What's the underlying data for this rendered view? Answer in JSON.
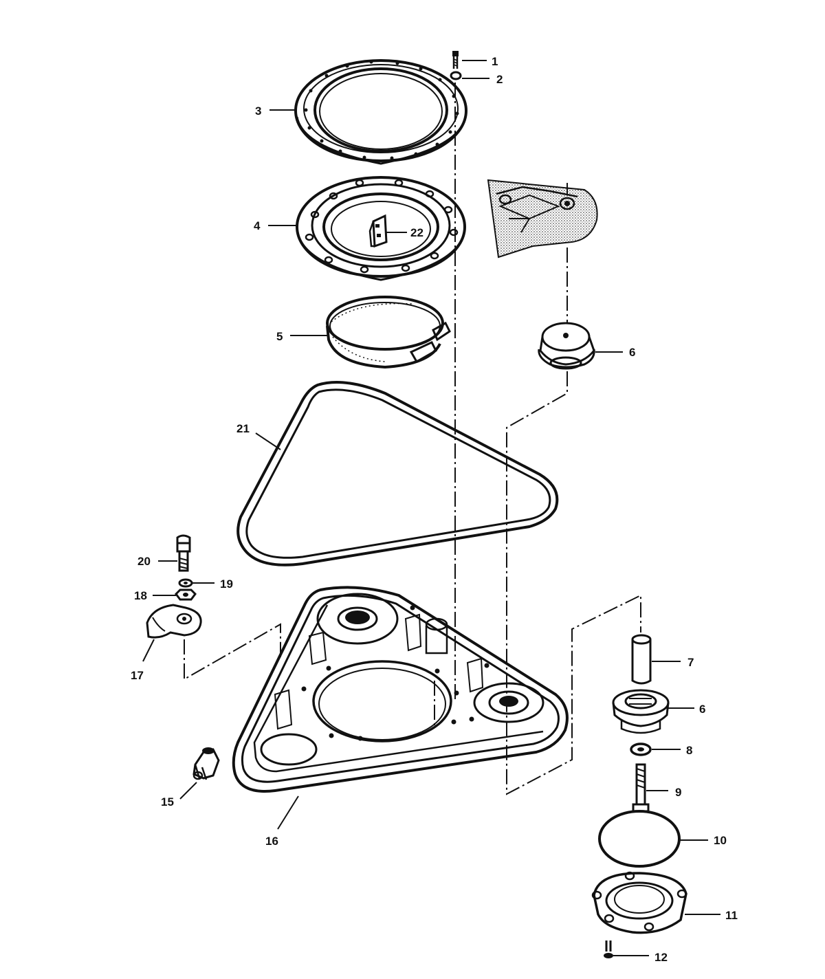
{
  "diagram": {
    "callouts": [
      {
        "id": "c1",
        "label": "1"
      },
      {
        "id": "c2",
        "label": "2"
      },
      {
        "id": "c3",
        "label": "3"
      },
      {
        "id": "c4",
        "label": "4"
      },
      {
        "id": "c5",
        "label": "5"
      },
      {
        "id": "c6a",
        "label": "6"
      },
      {
        "id": "c6b",
        "label": "6"
      },
      {
        "id": "c7",
        "label": "7"
      },
      {
        "id": "c8",
        "label": "8"
      },
      {
        "id": "c9",
        "label": "9"
      },
      {
        "id": "c10",
        "label": "10"
      },
      {
        "id": "c11",
        "label": "11"
      },
      {
        "id": "c12",
        "label": "12"
      },
      {
        "id": "c15",
        "label": "15"
      },
      {
        "id": "c16",
        "label": "16"
      },
      {
        "id": "c17",
        "label": "17"
      },
      {
        "id": "c18",
        "label": "18"
      },
      {
        "id": "c19",
        "label": "19"
      },
      {
        "id": "c20",
        "label": "20"
      },
      {
        "id": "c21",
        "label": "21"
      },
      {
        "id": "c22",
        "label": "22"
      }
    ]
  }
}
